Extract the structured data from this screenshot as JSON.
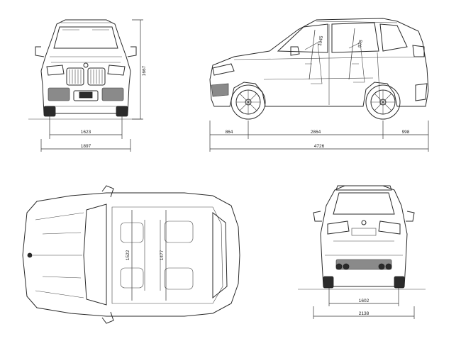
{
  "diagram": {
    "dimensions": {
      "front_track": "1623",
      "front_width": "1897",
      "height": "1667",
      "front_overhang": "864",
      "wheelbase": "2864",
      "rear_overhang": "998",
      "length": "4726",
      "headroom_front": "1045",
      "headroom_rear": "978",
      "shoulder_front": "1522",
      "shoulder_rear": "1477",
      "rear_track": "1602",
      "rear_width": "2138"
    }
  }
}
